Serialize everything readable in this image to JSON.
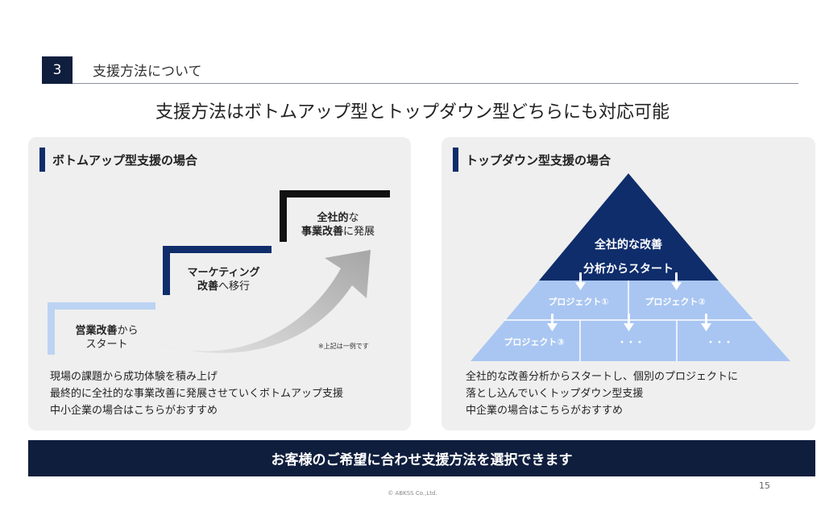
{
  "header": {
    "section_number": "3",
    "section_title": "支援方法について"
  },
  "main_title": "支援方法はボトムアップ型とトップダウン型どちらにも対応可能",
  "left_panel": {
    "heading": "ボトムアップ型支援の場合",
    "step1": {
      "bold": "営業改善",
      "normal": "から",
      "line2": "スタート"
    },
    "step2": {
      "line1": "マーケティング",
      "bold": "改善",
      "normal": "へ移行"
    },
    "step3": {
      "bold1": "全社的",
      "normal1": "な",
      "bold2": "事業改善",
      "normal2": "に発展"
    },
    "note": "※上記は一例です",
    "description": [
      "現場の課題から成功体験を積み上げ",
      "最終的に全社的な事業改善に発展させていくボトムアップ支援",
      "中小企業の場合はこちらがおすすめ"
    ]
  },
  "right_panel": {
    "heading": "トップダウン型支援の場合",
    "pyramid_top_line1": "全社的な改善",
    "pyramid_top_line2": "分析からスタート",
    "projects": [
      "プロジェクト①",
      "プロジェクト②",
      "プロジェクト③",
      "・・・",
      "・・・"
    ],
    "description": [
      "全社的な改善分析からスタートし、個別のプロジェクトに",
      "落とし込んでいくトップダウン型支援",
      "中企業の場合はこちらがおすすめ"
    ],
    "colors": {
      "top": "#0f2d6b",
      "base": "#a9c6f2"
    }
  },
  "footer": {
    "banner": "お客様のご希望に合わせ支援方法を選択できます",
    "page_number": "15",
    "copyright": "© ABKSS Co.,Ltd."
  }
}
